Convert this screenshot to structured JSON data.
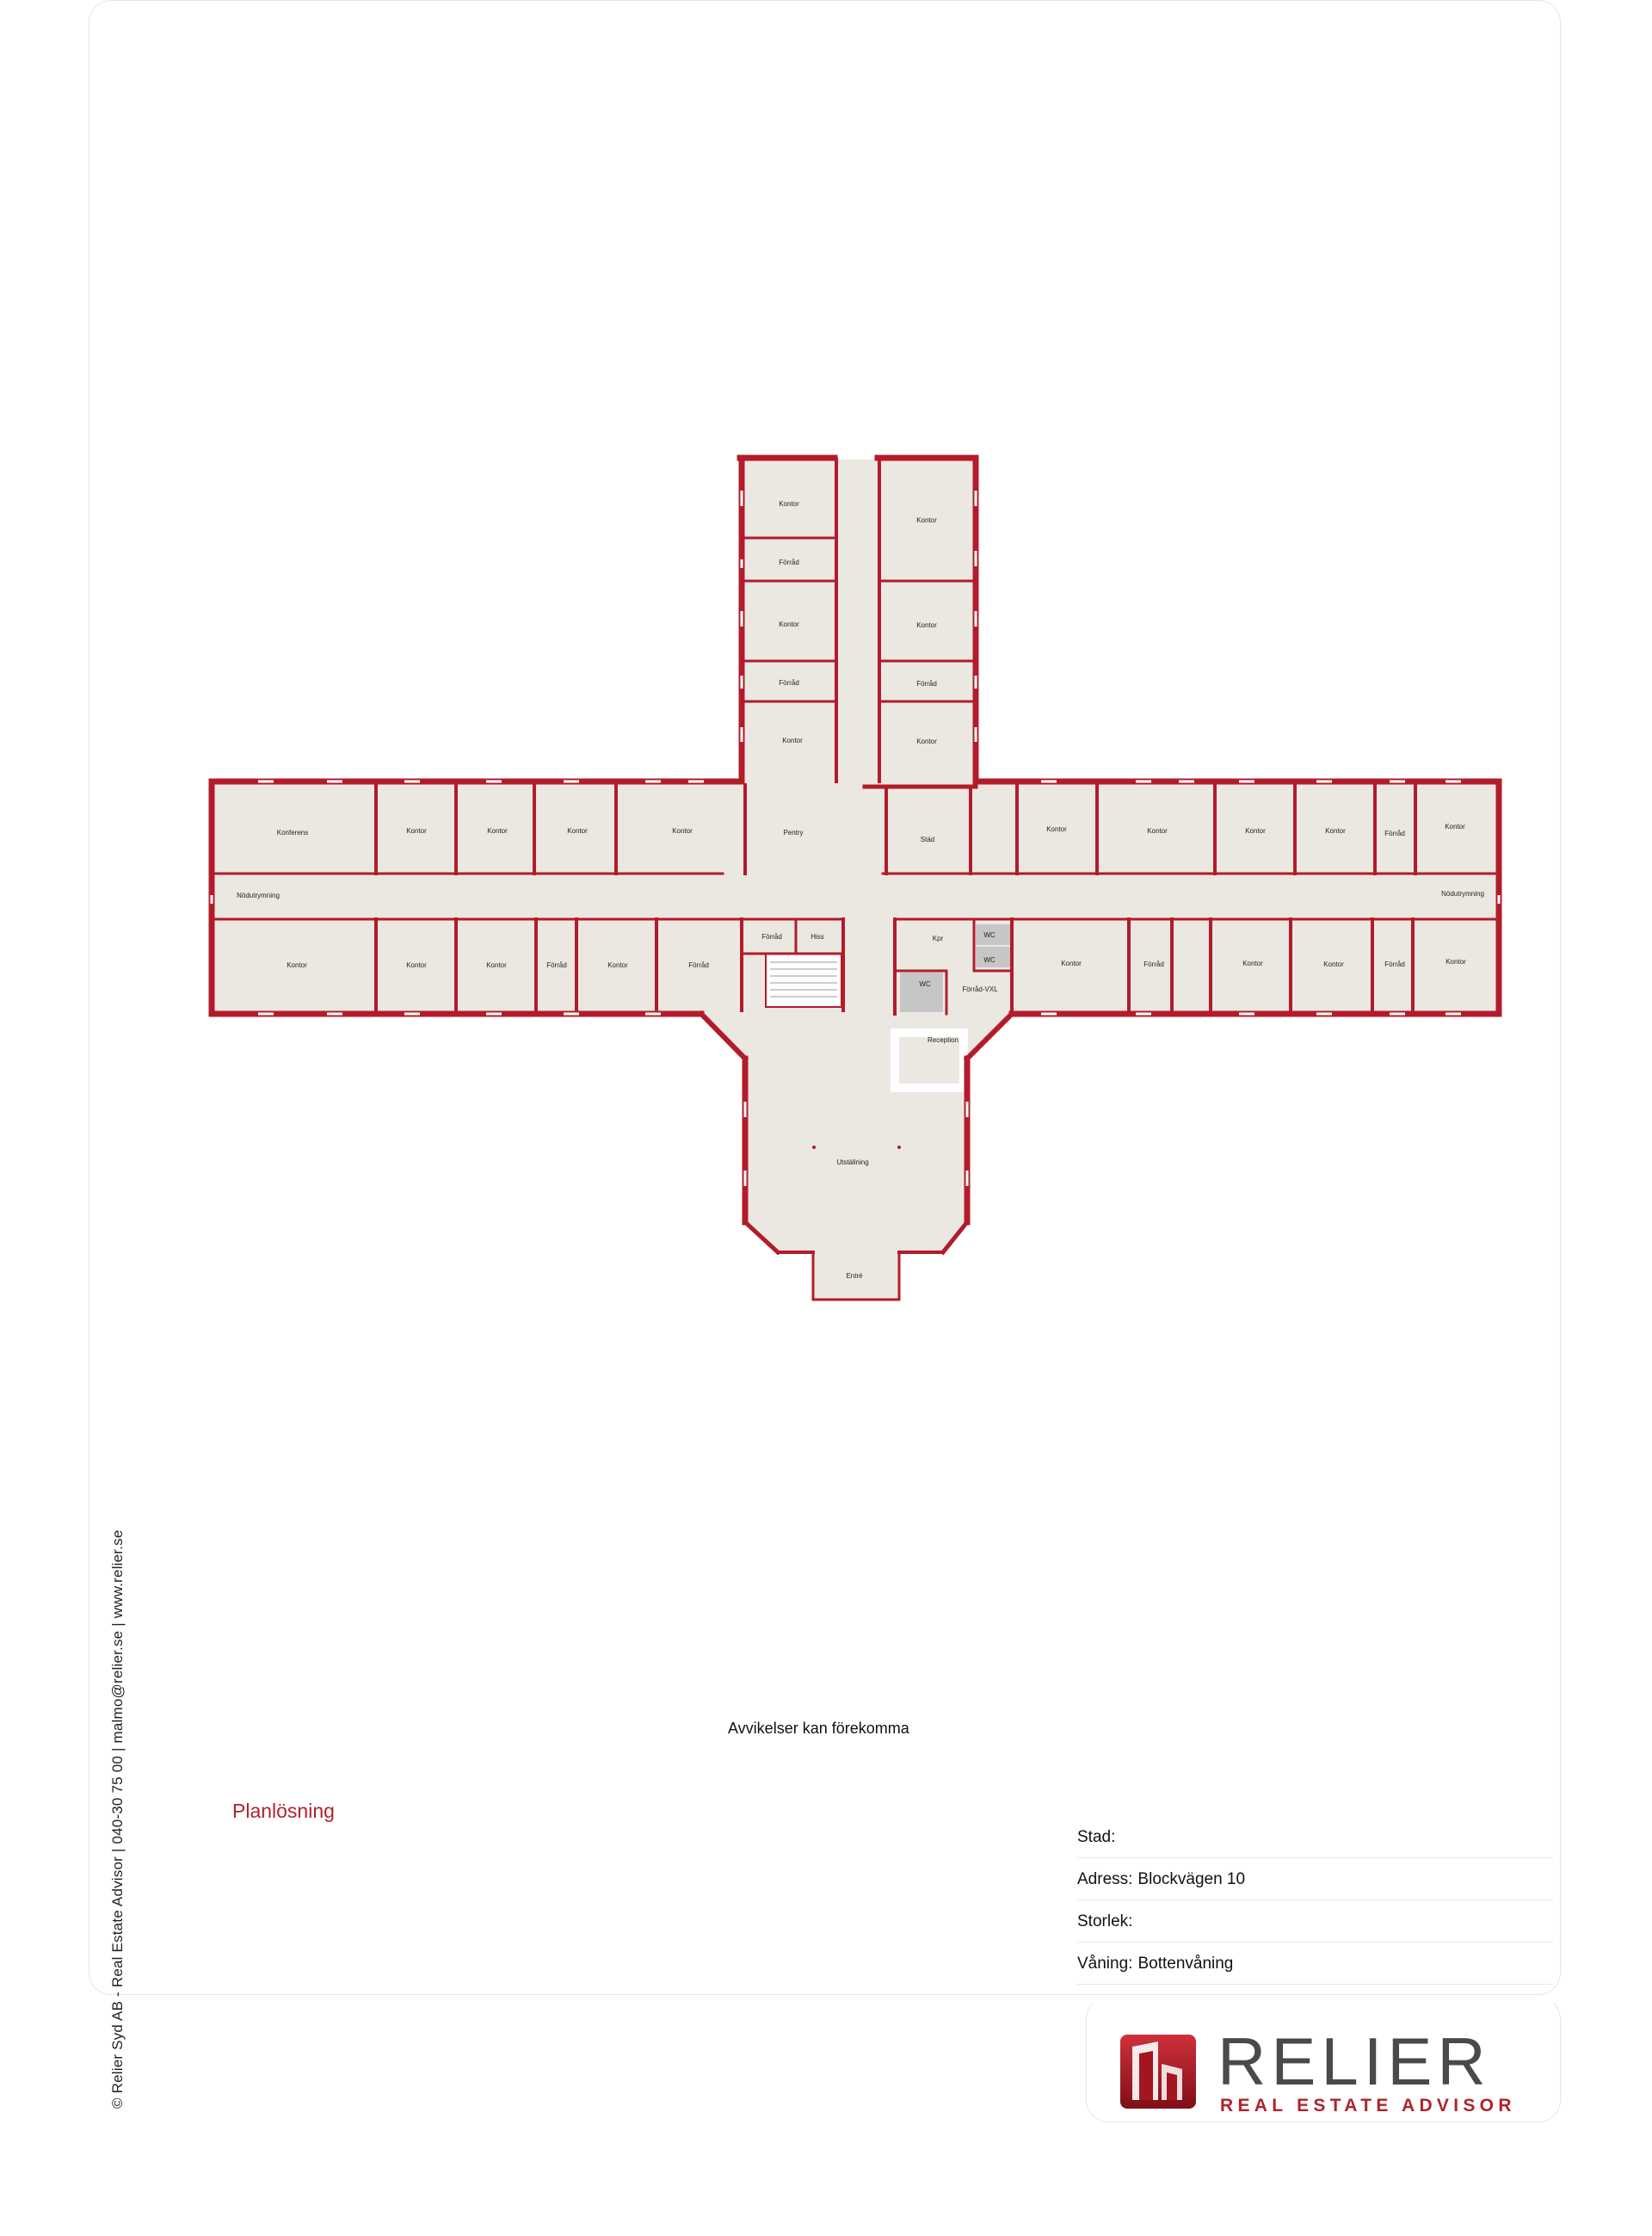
{
  "footer": {
    "copyright": "© Relier Syd AB - Real Estate Advisor | 040-30 75 00 | malmo@relier.se | www.relier.se",
    "disclaimer": "Avvikelser kan förekomma",
    "section_title": "Planlösning"
  },
  "info": {
    "stad_label": "Stad:",
    "stad_value": "",
    "adress_label": "Adress:",
    "adress_value": "Blockvägen 10",
    "storlek_label": "Storlek:",
    "storlek_value": "",
    "vaning_label": "Våning:",
    "vaning_value": "Bottenvåning"
  },
  "logo": {
    "name": "RELIER",
    "tagline": "REAL ESTATE ADVISOR"
  },
  "floorplan": {
    "colors": {
      "wall": "#b31b2b",
      "floor": "#ebe8e2",
      "tile": "#9a9a9a"
    },
    "rooms": {
      "n_kontor_1": "Kontor",
      "n_forrad_1": "Förråd",
      "n_kontor_2": "Kontor",
      "n_forrad_2": "Förråd",
      "n_kontor_3": "Kontor",
      "ne_kontor_1": "Kontor",
      "ne_kontor_2": "Kontor",
      "ne_forrad": "Förråd",
      "ne_kontor_3": "Kontor",
      "w_konferens": "Konferens",
      "w_kontor_1": "Kontor",
      "w_kontor_2": "Kontor",
      "w_kontor_3": "Kontor",
      "w_kontor_4": "Kontor",
      "pentry": "Pentry",
      "stad": "Städ",
      "e_kontor_1": "Kontor",
      "e_kontor_2": "Kontor",
      "e_kontor_3": "Kontor",
      "e_kontor_4": "Kontor",
      "e_forrad_top": "Förråd",
      "e_kontor_5": "Kontor",
      "w_nodutrymning": "Nödutrymning",
      "e_nodutrymning": "Nödutrymning",
      "sw_kontor_1": "Kontor",
      "sw_kontor_2": "Kontor",
      "sw_kontor_3": "Kontor",
      "sw_forrad_1": "Förråd",
      "sw_kontor_4": "Kontor",
      "sw_forrad_2": "Förråd",
      "c_forrad": "Förråd",
      "hiss": "Hiss",
      "kpr": "Kpr",
      "wc_1": "WC",
      "wc_2": "WC",
      "wc_3": "WC",
      "forrad_vxl": "Förråd-VXL",
      "se_kontor_1": "Kontor",
      "se_forrad_1": "Förråd",
      "se_kontor_2": "Kontor",
      "se_kontor_3": "Kontor",
      "se_forrad_2": "Förråd",
      "se_kontor_4": "Kontor",
      "reception": "Reception",
      "utstallning": "Utställning",
      "entre": "Entré"
    }
  }
}
